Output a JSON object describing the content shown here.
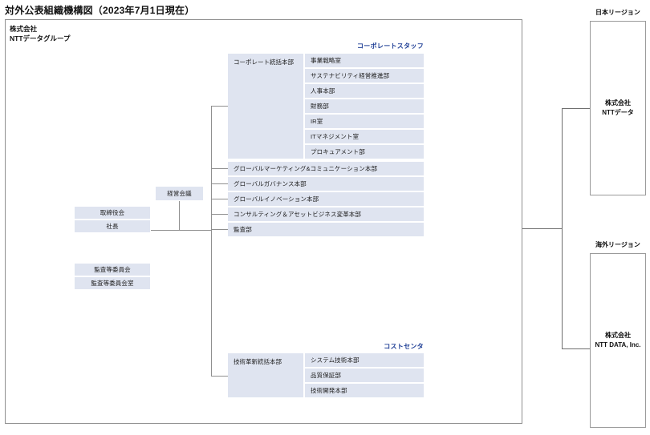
{
  "page": {
    "title": "対外公表組織機構図（2023年7月1日現在）"
  },
  "group": {
    "label": "株式会社\nNTTデータグループ"
  },
  "governance": {
    "board_label": "取締役会",
    "president_label": "社長",
    "management_meeting_label": "経営会議",
    "audit_committee_label": "監査等委員会",
    "audit_committee_office_label": "監査等委員会室"
  },
  "corporate_staff": {
    "caption": "コーポレートスタッフ",
    "parent_label": "コーポレート統括本部",
    "children": [
      "事業戦略室",
      "サステナビリティ経営推進部",
      "人事本部",
      "財務部",
      "IR室",
      "ITマネジメント室",
      "プロキュアメント部"
    ],
    "divisions": [
      "グローバルマーケティング&コミュニケーション本部",
      "グローバルガバナンス本部",
      "グローバルイノベーション本部",
      "コンサルティング＆アセットビジネス変革本部",
      "監査部"
    ]
  },
  "cost_center": {
    "caption": "コストセンタ",
    "parent_label": "技術革新統括本部",
    "children": [
      "システム技術本部",
      "品質保証部",
      "技術開発本部"
    ]
  },
  "regions": [
    {
      "caption": "日本リージョン",
      "company": "株式会社\nNTTデータ"
    },
    {
      "caption": "海外リージョン",
      "company": "株式会社\nNTT DATA, Inc."
    }
  ],
  "colors": {
    "box_fill": "#dfe4f0",
    "caption_accent": "#1f3f96",
    "line": "#8f8f8f",
    "frame": "#8f8f8f"
  }
}
